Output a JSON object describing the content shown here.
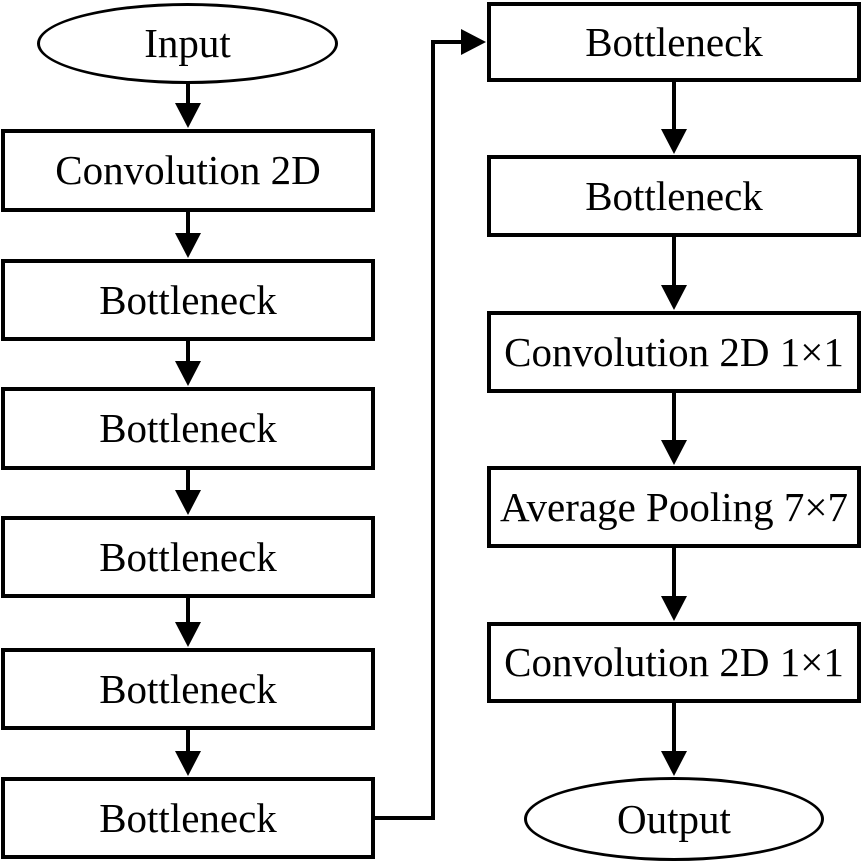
{
  "flowchart": {
    "left_column": [
      {
        "label": "Input",
        "shape": "ellipse"
      },
      {
        "label": "Convolution 2D",
        "shape": "rect"
      },
      {
        "label": "Bottleneck",
        "shape": "rect"
      },
      {
        "label": "Bottleneck",
        "shape": "rect"
      },
      {
        "label": "Bottleneck",
        "shape": "rect"
      },
      {
        "label": "Bottleneck",
        "shape": "rect"
      },
      {
        "label": "Bottleneck",
        "shape": "rect"
      }
    ],
    "right_column": [
      {
        "label": "Bottleneck",
        "shape": "rect"
      },
      {
        "label": "Bottleneck",
        "shape": "rect"
      },
      {
        "label": "Convolution 2D 1×1",
        "shape": "rect"
      },
      {
        "label": "Average Pooling 7×7",
        "shape": "rect"
      },
      {
        "label": "Convolution 2D 1×1",
        "shape": "rect"
      },
      {
        "label": "Output",
        "shape": "ellipse"
      }
    ],
    "edges": {
      "flow_order": "left column top-to-bottom, elbow connector to right column, right column top-to-bottom",
      "arrow_style": "solid black triangle"
    },
    "colors": {
      "stroke": "#000000",
      "fill": "#ffffff",
      "text": "#000000",
      "background": "#ffffff"
    }
  }
}
